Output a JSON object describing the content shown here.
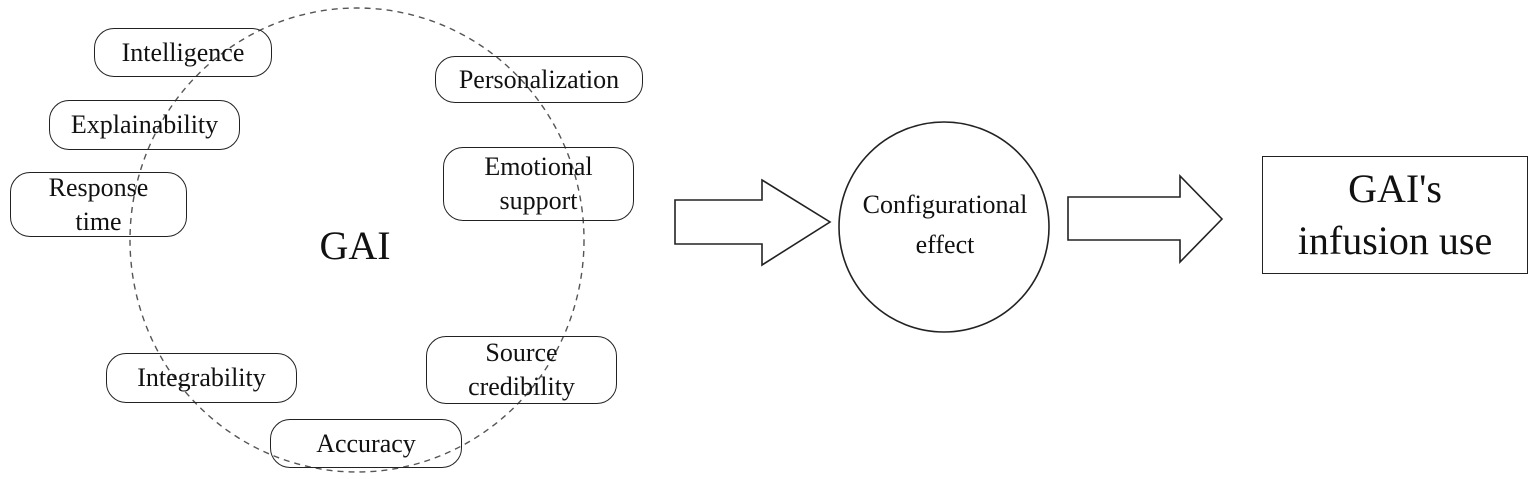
{
  "diagram": {
    "factors": [
      {
        "id": "intelligence",
        "label": "Intelligence"
      },
      {
        "id": "explainability",
        "label": "Explainability"
      },
      {
        "id": "response-time",
        "label": "Response\ntime"
      },
      {
        "id": "personalization",
        "label": "Personalization"
      },
      {
        "id": "emotional-support",
        "label": "Emotional\nsupport"
      },
      {
        "id": "integrability",
        "label": "Integrability"
      },
      {
        "id": "source-credibility",
        "label": "Source\ncredibility"
      },
      {
        "id": "accuracy",
        "label": "Accuracy"
      }
    ],
    "center_label": "GAI",
    "mediator_label": "Configurational\neffect",
    "outcome_label": "GAI's\ninfusion use"
  }
}
